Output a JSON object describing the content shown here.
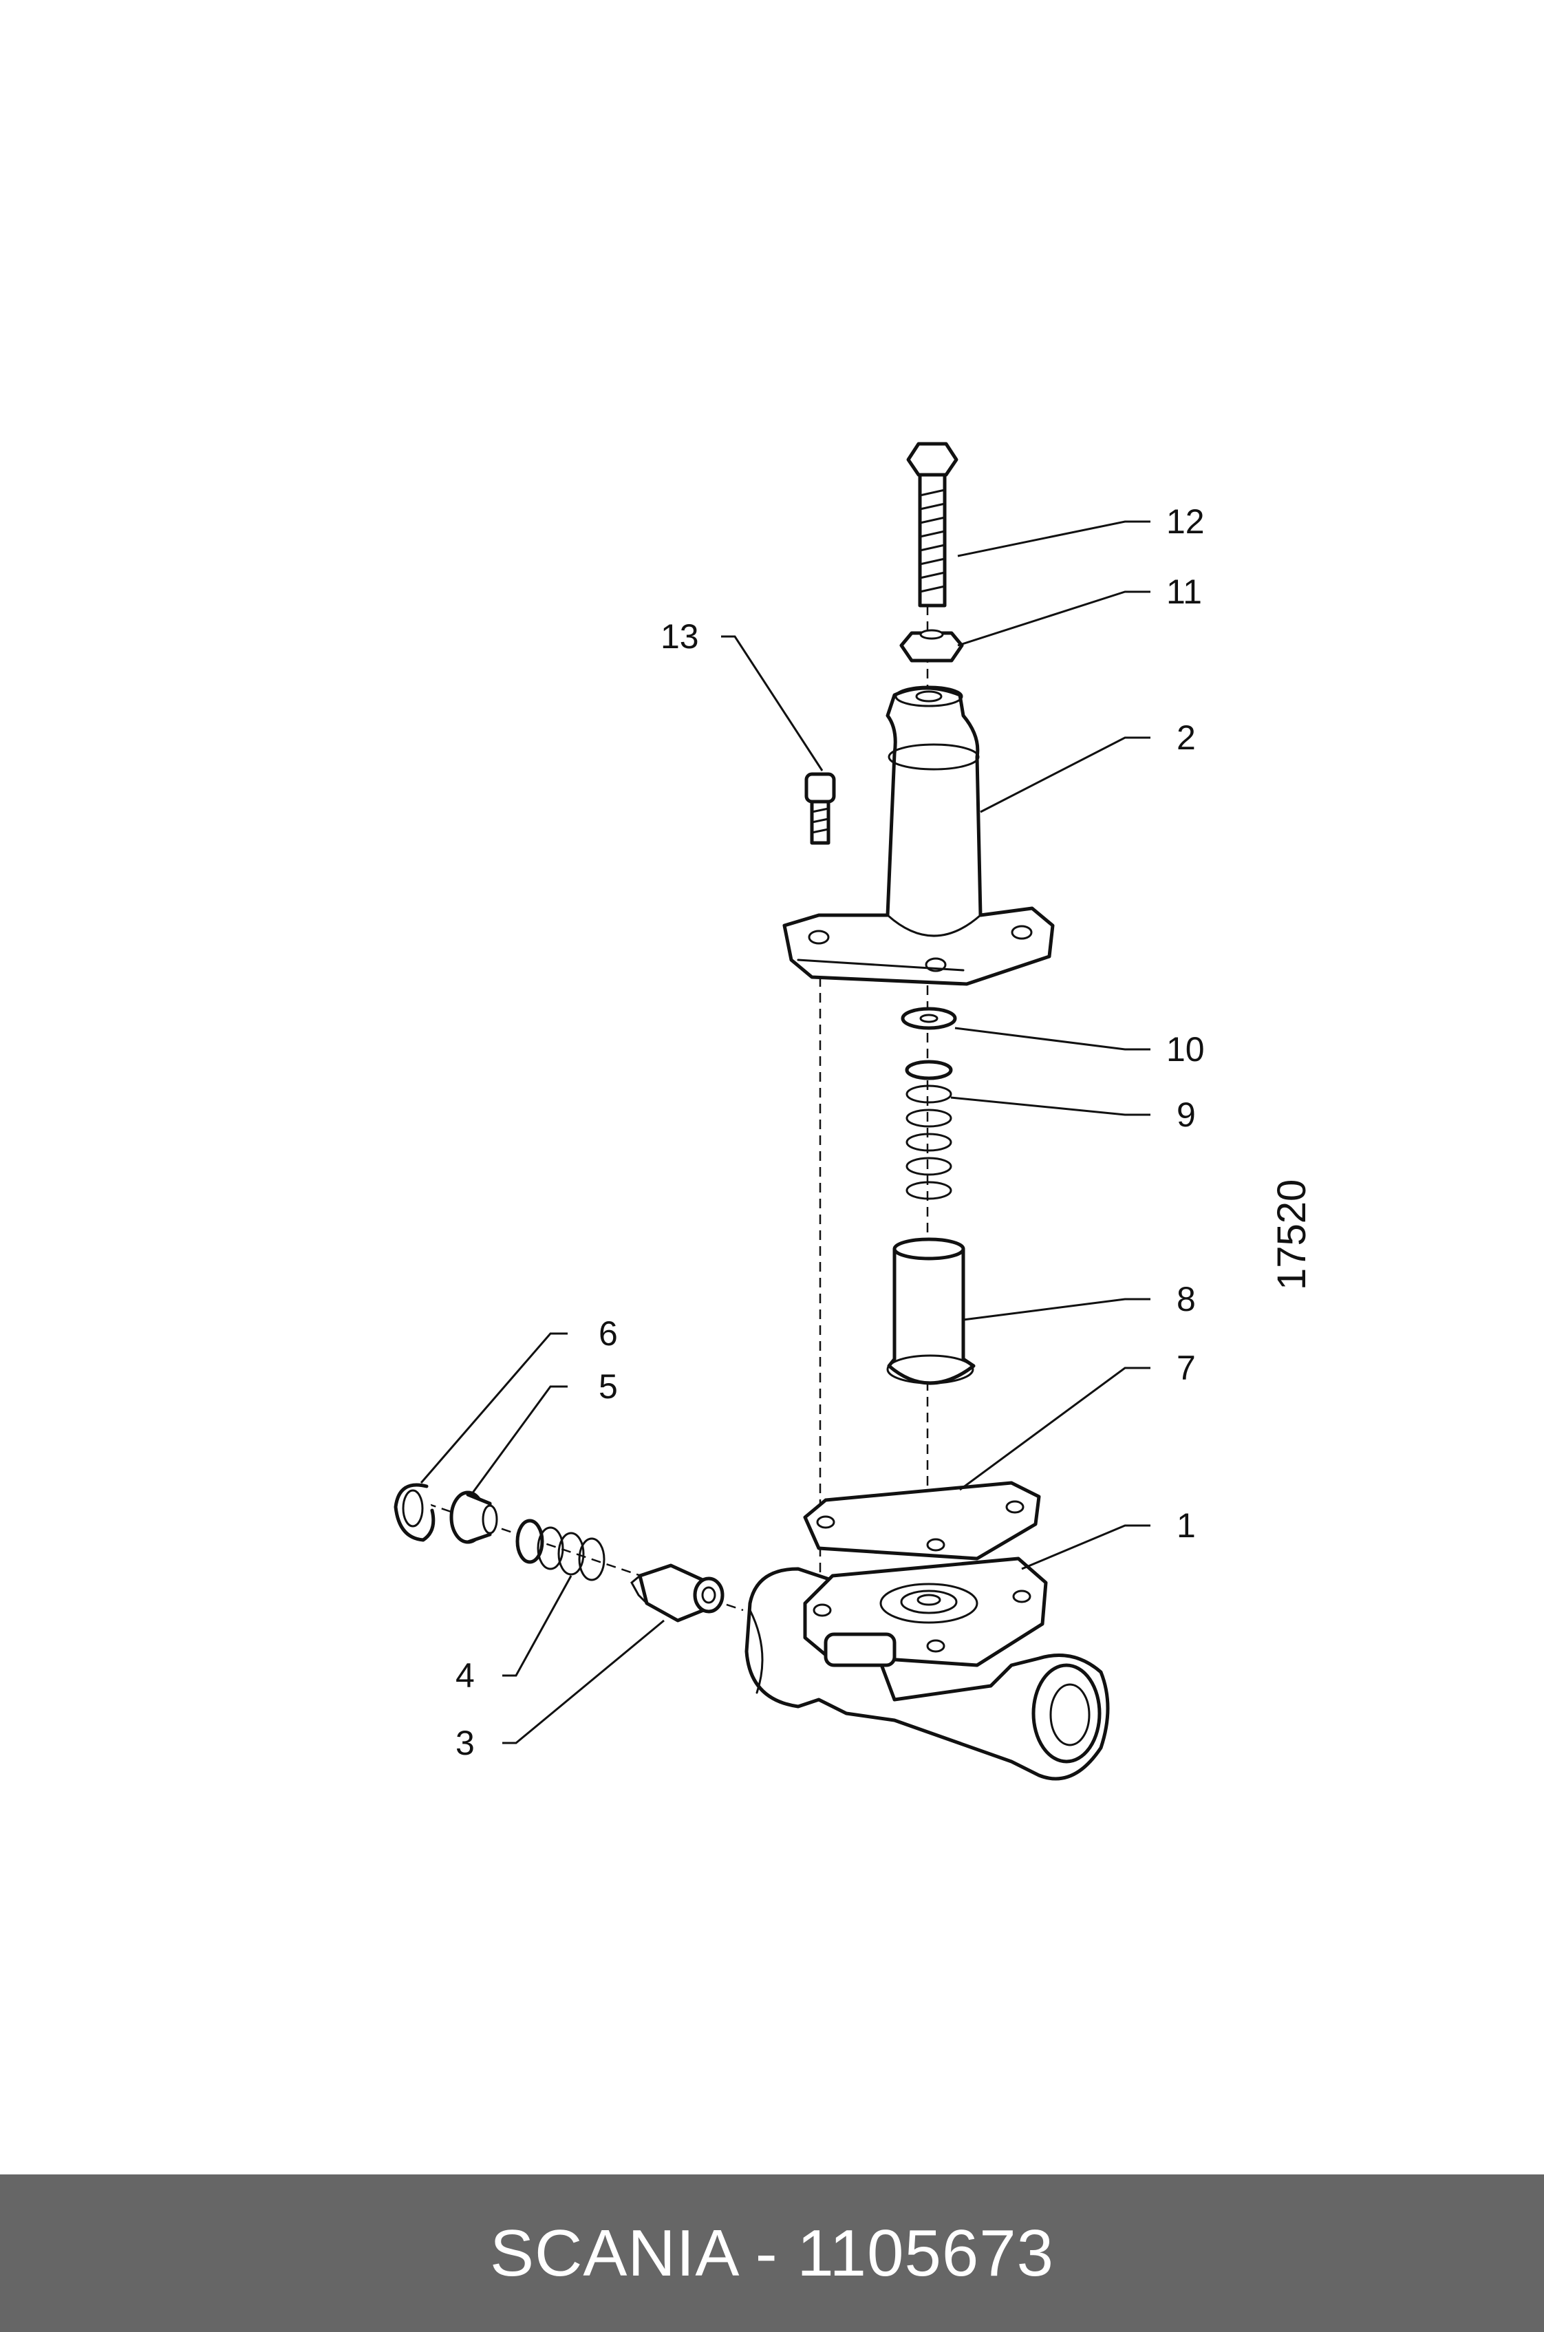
{
  "diagram": {
    "drawing_number": "17520",
    "callouts": [
      {
        "id": "c1",
        "label": "1"
      },
      {
        "id": "c2",
        "label": "2"
      },
      {
        "id": "c3",
        "label": "3"
      },
      {
        "id": "c4",
        "label": "4"
      },
      {
        "id": "c5",
        "label": "5"
      },
      {
        "id": "c6",
        "label": "6"
      },
      {
        "id": "c7",
        "label": "7"
      },
      {
        "id": "c8",
        "label": "8"
      },
      {
        "id": "c9",
        "label": "9"
      },
      {
        "id": "c10",
        "label": "10"
      },
      {
        "id": "c11",
        "label": "11"
      },
      {
        "id": "c12",
        "label": "12"
      },
      {
        "id": "c13",
        "label": "13"
      }
    ]
  },
  "footer": {
    "title": "SCANIA - 1105673",
    "background": "#666666",
    "text_color": "#ffffff"
  }
}
